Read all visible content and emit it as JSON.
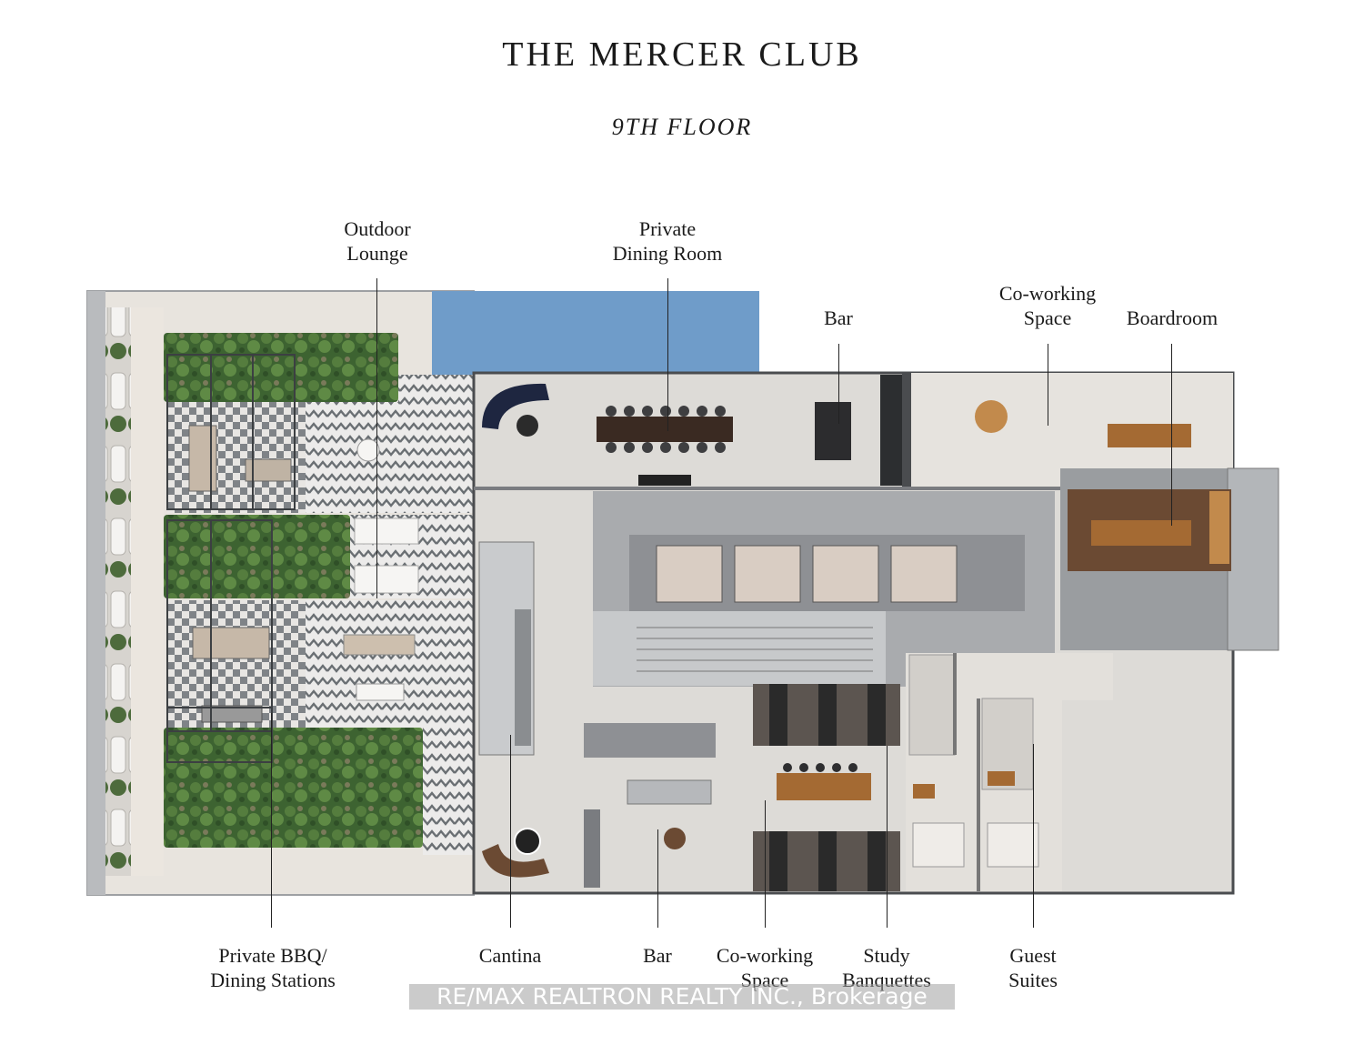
{
  "header": {
    "title": "THE MERCER CLUB",
    "subtitle": "9TH FLOOR"
  },
  "labels_top": {
    "outdoor_lounge": [
      "Outdoor",
      "Lounge"
    ],
    "private_dining_room": [
      "Private",
      "Dining Room"
    ],
    "bar": [
      "Bar"
    ],
    "coworking_space": [
      "Co-working",
      "Space"
    ],
    "boardroom": [
      "Boardroom"
    ]
  },
  "labels_bottom": {
    "private_bbq": [
      "Private BBQ/",
      "Dining Stations"
    ],
    "cantina": [
      "Cantina"
    ],
    "bar": [
      "Bar"
    ],
    "coworking_space": [
      "Co-working",
      "Space"
    ],
    "study_banquettes": [
      "Study",
      "Banquettes"
    ],
    "guest_suites": [
      "Guest",
      "Suites"
    ]
  },
  "watermark": "RE/MAX REALTRON REALTY INC., Brokerage",
  "colors": {
    "terrace_stone": "#e6e2dc",
    "planter_green": "#3f6b35",
    "pool_blue": "#6f9cc9",
    "interior_floor": "#dcdad6",
    "wall_gray": "#8f9195",
    "core_gray": "#a7a9ac",
    "wood": "#a46a33",
    "dark_wood": "#3a2a22"
  }
}
